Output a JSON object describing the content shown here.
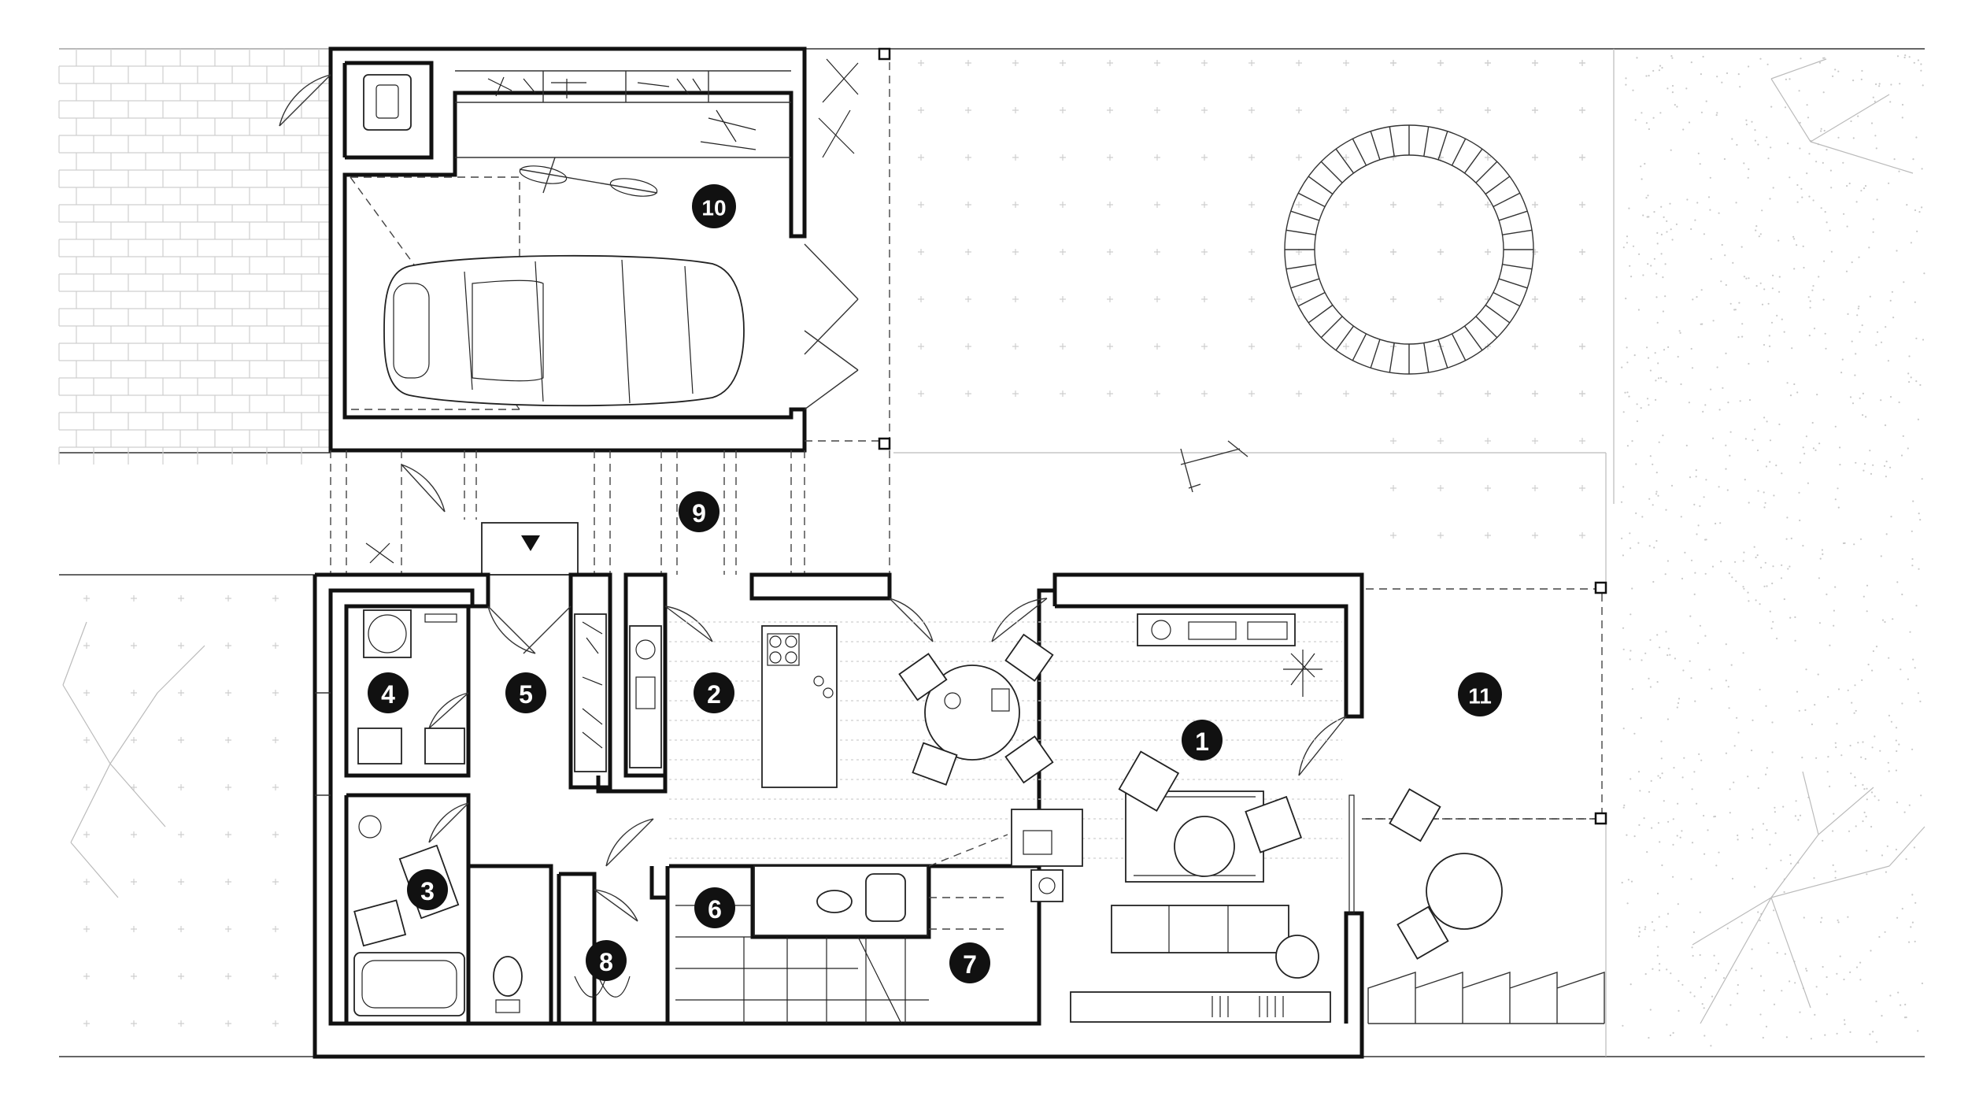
{
  "room_labels": {
    "living": "1",
    "kitchen": "2",
    "bathroom": "3",
    "laundry": "4",
    "hall": "5",
    "stair": "6",
    "storage_under_stair": "7",
    "closet": "8",
    "carport": "9",
    "garage": "10",
    "terrace": "11"
  },
  "colors": {
    "wall": "#111111",
    "badge": "#111111",
    "badge_text": "#ffffff",
    "line": "#333333",
    "texture": "#cfcfcf"
  },
  "icons": [
    "car-icon",
    "bicycle-icon",
    "trampoline-icon",
    "tree-icon",
    "entrance-arrow-icon",
    "lawnmower-icon",
    "scooter-icon"
  ]
}
